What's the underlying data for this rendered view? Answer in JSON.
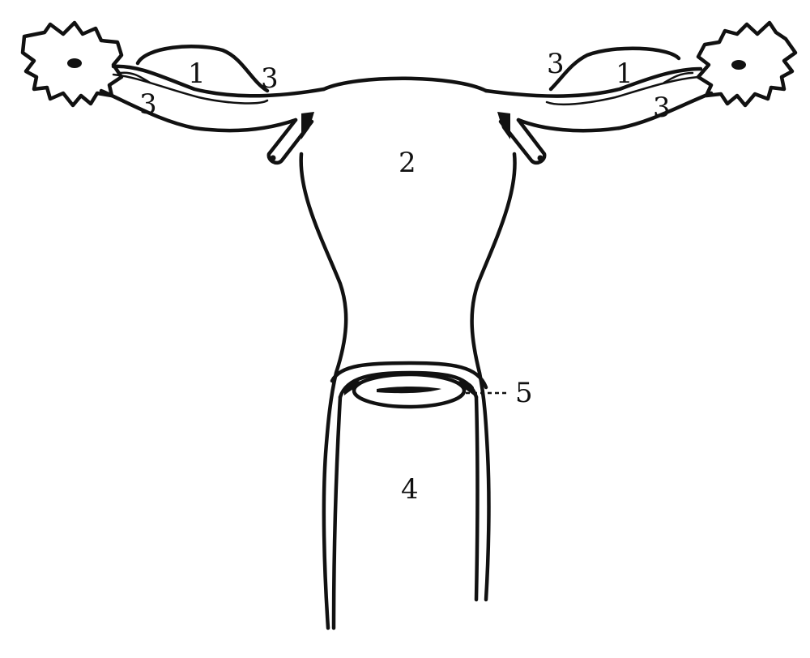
{
  "labels": {
    "ovary_left": "1",
    "ovary_right": "1",
    "uterus": "2",
    "tube_left_upper": "3",
    "tube_left_lower": "3",
    "tube_right_upper": "3",
    "tube_right_lower": "3",
    "finger": "4",
    "cervix": "5"
  }
}
